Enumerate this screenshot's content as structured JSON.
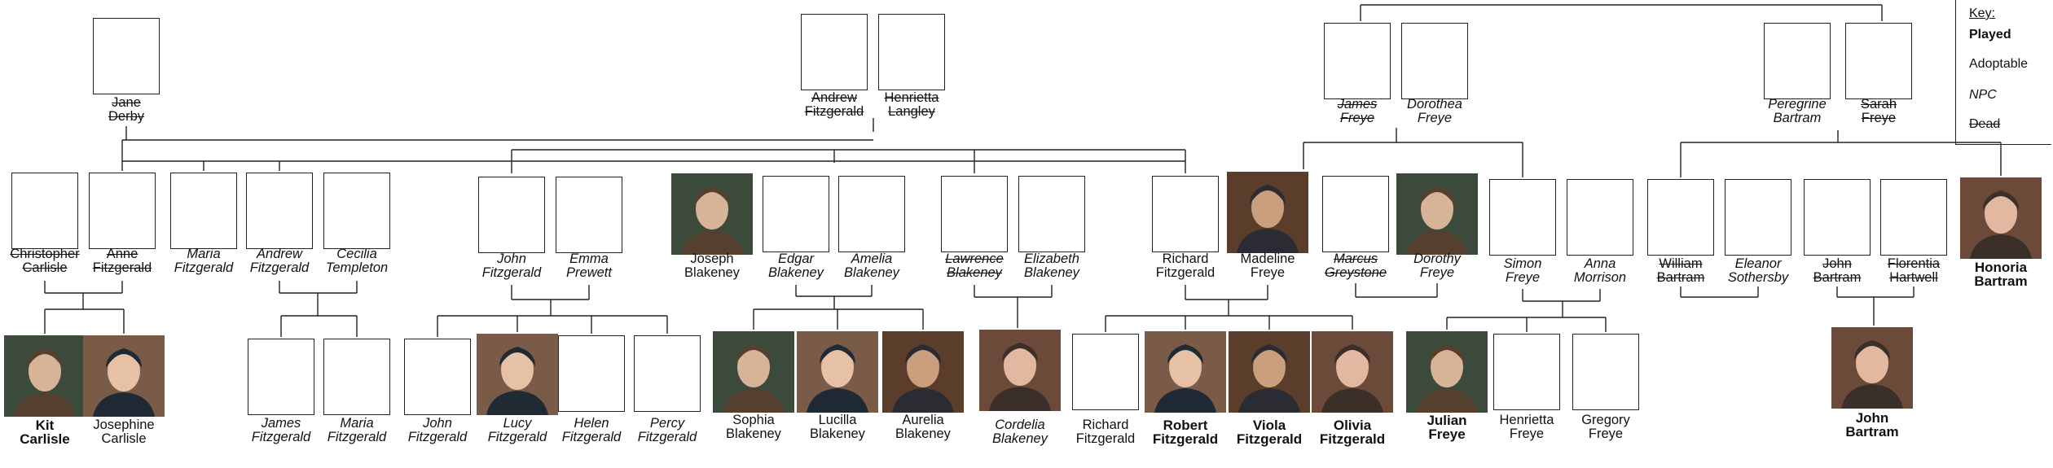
{
  "key": {
    "title": "Key:",
    "played": "Played",
    "adoptable": "Adoptable",
    "npc": "NPC",
    "dead": "Dead"
  },
  "people": [
    {
      "id": "jane-derby",
      "lines": [
        "Jane",
        "Derby"
      ],
      "style": "dead",
      "kind": "box"
    },
    {
      "id": "andrew-fitzgerald-sr",
      "lines": [
        "Andrew",
        "Fitzgerald"
      ],
      "style": "dead",
      "kind": "box"
    },
    {
      "id": "henrietta-langley",
      "lines": [
        "Henrietta",
        "Langley"
      ],
      "style": "dead",
      "kind": "box"
    },
    {
      "id": "james-freye",
      "lines": [
        "James",
        "Freye"
      ],
      "style": "npc-dead",
      "kind": "box"
    },
    {
      "id": "dorothea-freye",
      "lines": [
        "Dorothea",
        "Freye"
      ],
      "style": "npc",
      "kind": "box"
    },
    {
      "id": "peregrine-bartram",
      "lines": [
        "Peregrine",
        "Bartram"
      ],
      "style": "npc",
      "kind": "box"
    },
    {
      "id": "sarah-freye",
      "lines": [
        "Sarah",
        "Freye"
      ],
      "style": "dead",
      "kind": "box"
    },
    {
      "id": "christopher-carlisle",
      "lines": [
        "Christopher",
        "Carlisle"
      ],
      "style": "dead",
      "kind": "box"
    },
    {
      "id": "anne-fitzgerald",
      "lines": [
        "Anne",
        "Fitzgerald"
      ],
      "style": "dead",
      "kind": "box"
    },
    {
      "id": "maria-fitzgerald-sr",
      "lines": [
        "Maria",
        "Fitzgerald"
      ],
      "style": "npc",
      "kind": "box"
    },
    {
      "id": "andrew-fitzgerald-jr",
      "lines": [
        "Andrew",
        "Fitzgerald"
      ],
      "style": "npc",
      "kind": "box"
    },
    {
      "id": "cecilia-templeton",
      "lines": [
        "Cecilia",
        "Templeton"
      ],
      "style": "npc",
      "kind": "box"
    },
    {
      "id": "john-fitzgerald-sr",
      "lines": [
        "John",
        "Fitzgerald"
      ],
      "style": "npc",
      "kind": "box"
    },
    {
      "id": "emma-prewett",
      "lines": [
        "Emma",
        "Prewett"
      ],
      "style": "npc",
      "kind": "box"
    },
    {
      "id": "joseph-blakeney",
      "lines": [
        "Joseph",
        "Blakeney"
      ],
      "style": "adoptable",
      "kind": "photo"
    },
    {
      "id": "edgar-blakeney",
      "lines": [
        "Edgar",
        "Blakeney"
      ],
      "style": "npc",
      "kind": "box"
    },
    {
      "id": "amelia-blakeney",
      "lines": [
        "Amelia",
        "Blakeney"
      ],
      "style": "npc",
      "kind": "box"
    },
    {
      "id": "lawrence-blakeney",
      "lines": [
        "Lawrence",
        "Blakeney"
      ],
      "style": "npc-dead",
      "kind": "box"
    },
    {
      "id": "elizabeth-blakeney",
      "lines": [
        "Elizabeth",
        "Blakeney"
      ],
      "style": "npc",
      "kind": "box"
    },
    {
      "id": "richard-fitzgerald-sr",
      "lines": [
        "Richard",
        "Fitzgerald"
      ],
      "style": "adoptable",
      "kind": "box"
    },
    {
      "id": "madeline-freye",
      "lines": [
        "Madeline",
        "Freye"
      ],
      "style": "adoptable",
      "kind": "photo"
    },
    {
      "id": "marcus-greystone",
      "lines": [
        "Marcus",
        "Greystone"
      ],
      "style": "npc-dead",
      "kind": "box"
    },
    {
      "id": "dorothy-freye",
      "lines": [
        "Dorothy",
        "Freye"
      ],
      "style": "npc",
      "kind": "photo"
    },
    {
      "id": "simon-freye",
      "lines": [
        "Simon",
        "Freye"
      ],
      "style": "npc",
      "kind": "box"
    },
    {
      "id": "anna-morrison",
      "lines": [
        "Anna",
        "Morrison"
      ],
      "style": "npc",
      "kind": "box"
    },
    {
      "id": "william-bartram",
      "lines": [
        "William",
        "Bartram"
      ],
      "style": "dead",
      "kind": "box"
    },
    {
      "id": "eleanor-sothersby",
      "lines": [
        "Eleanor",
        "Sothersby"
      ],
      "style": "npc",
      "kind": "box"
    },
    {
      "id": "john-bartram-sr",
      "lines": [
        "John",
        "Bartram"
      ],
      "style": "dead",
      "kind": "box"
    },
    {
      "id": "florentia-hartwell",
      "lines": [
        "Florentia",
        "Hartwell"
      ],
      "style": "dead",
      "kind": "box"
    },
    {
      "id": "honoria-bartram",
      "lines": [
        "Honoria",
        "Bartram"
      ],
      "style": "played",
      "kind": "photo"
    },
    {
      "id": "kit-carlisle",
      "lines": [
        "Kit",
        "Carlisle"
      ],
      "style": "played",
      "kind": "photo"
    },
    {
      "id": "josephine-carlisle",
      "lines": [
        "Josephine",
        "Carlisle"
      ],
      "style": "adoptable",
      "kind": "photo"
    },
    {
      "id": "james-fitzgerald",
      "lines": [
        "James",
        "Fitzgerald"
      ],
      "style": "npc",
      "kind": "box"
    },
    {
      "id": "maria-fitzgerald-jr",
      "lines": [
        "Maria",
        "Fitzgerald"
      ],
      "style": "npc",
      "kind": "box"
    },
    {
      "id": "john-fitzgerald-jr",
      "lines": [
        "John",
        "Fitzgerald"
      ],
      "style": "npc",
      "kind": "box"
    },
    {
      "id": "lucy-fitzgerald",
      "lines": [
        "Lucy",
        "Fitzgerald"
      ],
      "style": "npc",
      "kind": "photo"
    },
    {
      "id": "helen-fitzgerald",
      "lines": [
        "Helen",
        "Fitzgerald"
      ],
      "style": "npc",
      "kind": "box"
    },
    {
      "id": "percy-fitzgerald",
      "lines": [
        "Percy",
        "Fitzgerald"
      ],
      "style": "npc",
      "kind": "box"
    },
    {
      "id": "sophia-blakeney",
      "lines": [
        "Sophia",
        "Blakeney"
      ],
      "style": "adoptable",
      "kind": "photo"
    },
    {
      "id": "lucilla-blakeney",
      "lines": [
        "Lucilla",
        "Blakeney"
      ],
      "style": "adoptable",
      "kind": "photo"
    },
    {
      "id": "aurelia-blakeney",
      "lines": [
        "Aurelia",
        "Blakeney"
      ],
      "style": "adoptable",
      "kind": "photo"
    },
    {
      "id": "cordelia-blakeney",
      "lines": [
        "Cordelia",
        "Blakeney"
      ],
      "style": "npc",
      "kind": "photo"
    },
    {
      "id": "richard-fitzgerald-jr",
      "lines": [
        "Richard",
        "Fitzgerald"
      ],
      "style": "adoptable",
      "kind": "box"
    },
    {
      "id": "robert-fitzgerald",
      "lines": [
        "Robert",
        "Fitzgerald"
      ],
      "style": "played",
      "kind": "photo"
    },
    {
      "id": "viola-fitzgerald",
      "lines": [
        "Viola",
        "Fitzgerald"
      ],
      "style": "played",
      "kind": "photo"
    },
    {
      "id": "olivia-fitzgerald",
      "lines": [
        "Olivia",
        "Fitzgerald"
      ],
      "style": "played",
      "kind": "photo"
    },
    {
      "id": "julian-freye",
      "lines": [
        "Julian",
        "Freye"
      ],
      "style": "played",
      "kind": "photo"
    },
    {
      "id": "henrietta-freye",
      "lines": [
        "Henrietta",
        "Freye"
      ],
      "style": "adoptable",
      "kind": "box"
    },
    {
      "id": "gregory-freye",
      "lines": [
        "Gregory",
        "Freye"
      ],
      "style": "adoptable",
      "kind": "box"
    },
    {
      "id": "john-bartram-jr",
      "lines": [
        "John",
        "Bartram"
      ],
      "style": "played",
      "kind": "photo"
    }
  ]
}
